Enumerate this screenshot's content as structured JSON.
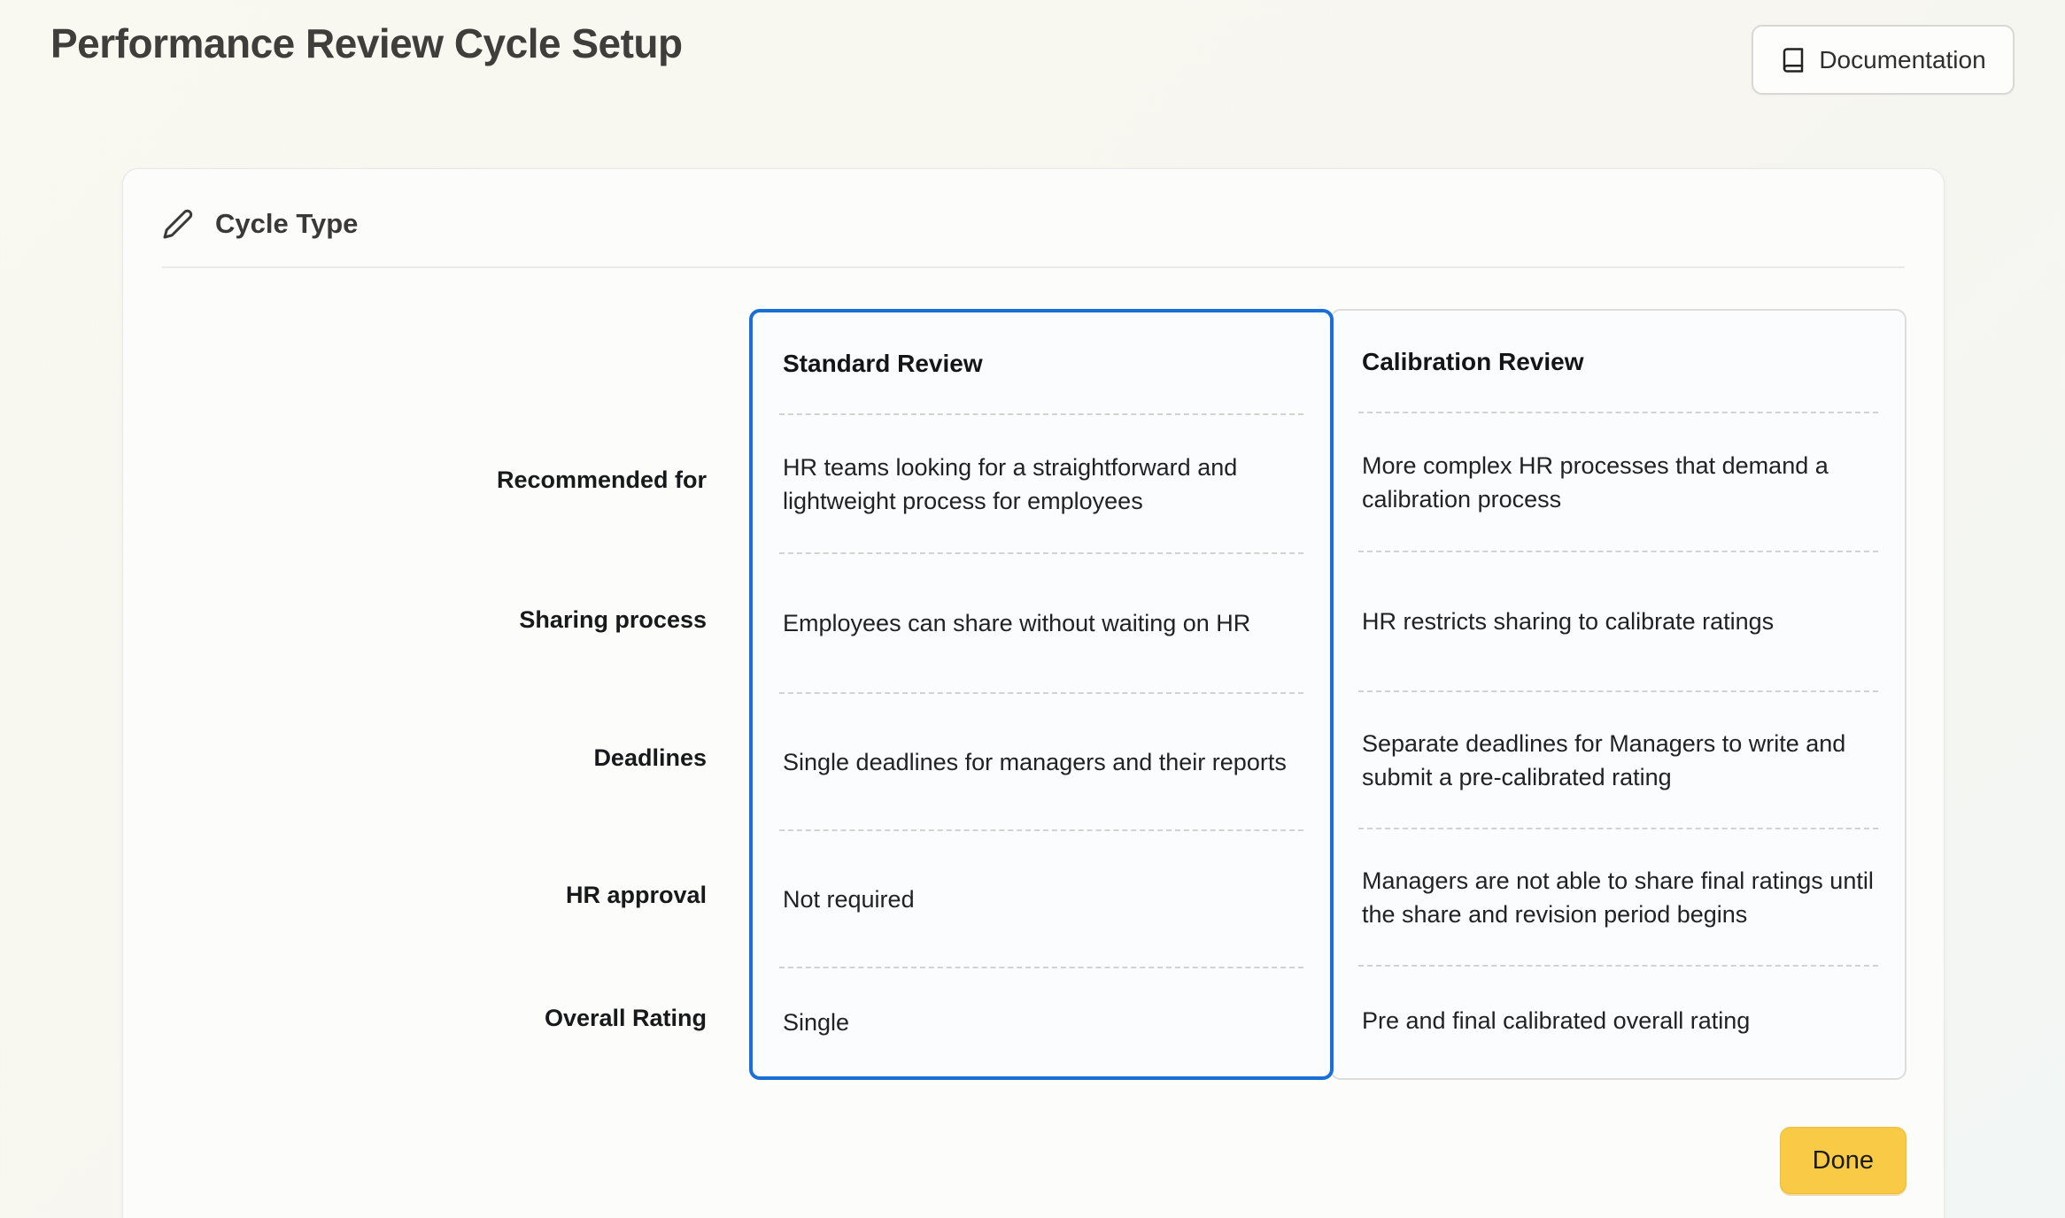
{
  "page": {
    "title": "Performance Review Cycle Setup"
  },
  "header": {
    "documentation_label": "Documentation"
  },
  "panel": {
    "title": "Cycle Type",
    "done_label": "Done"
  },
  "comparison": {
    "columns": [
      {
        "label": "Standard Review",
        "selected": true
      },
      {
        "label": "Calibration Review",
        "selected": false
      }
    ],
    "rows": [
      {
        "label": "Recommended for",
        "standard": "HR teams looking for a straightforward and lightweight process for employees",
        "calibration": "More complex HR processes that demand a calibration process"
      },
      {
        "label": "Sharing process",
        "standard": "Employees can share without waiting on HR",
        "calibration": "HR restricts sharing to calibrate ratings"
      },
      {
        "label": "Deadlines",
        "standard": "Single deadlines for managers and their reports",
        "calibration": "Separate deadlines for Managers to write and submit a pre-calibrated rating"
      },
      {
        "label": "HR approval",
        "standard": "Not required",
        "calibration": "Managers are not able to share final ratings until the share and revision period begins"
      },
      {
        "label": "Overall Rating",
        "standard": "Single",
        "calibration": "Pre and final calibrated overall rating"
      }
    ]
  },
  "colors": {
    "accent_blue": "#1a6fd6",
    "done_yellow": "#f8ca45",
    "page_background": "#f7f6f0",
    "card_background": "#fcfcfb"
  }
}
